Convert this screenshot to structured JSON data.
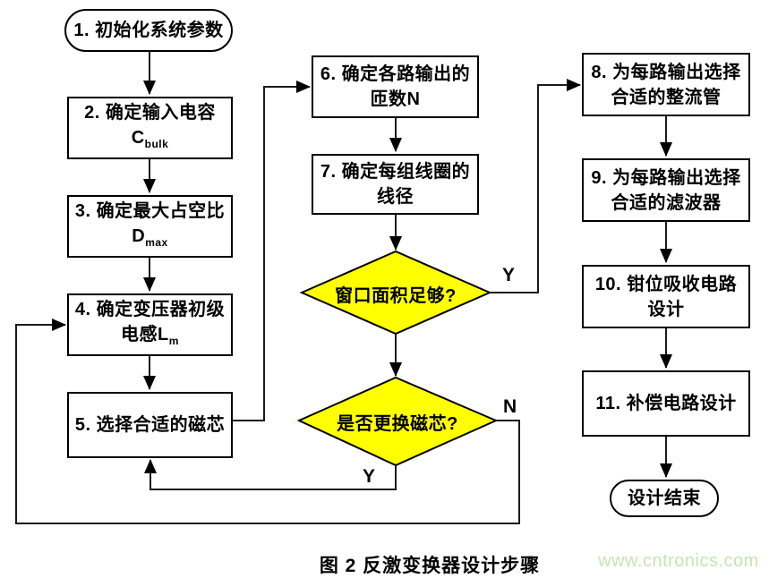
{
  "figure": {
    "caption": "图 2 反激变换器设计步骤",
    "watermark": "www.cntronics.com"
  },
  "colors": {
    "diamond_fill": "#ffff00",
    "line": "#1a1a1a",
    "border": "#000000",
    "watermark": "#c6e5b0"
  },
  "nodes": {
    "n1": {
      "label": "1. 初始化系统参数"
    },
    "n2": {
      "line1": "2. 确定输入电容",
      "sym": "C",
      "sub": "bulk"
    },
    "n3": {
      "line1": "3. 确定最大占空比",
      "sym": "D",
      "sub": "max"
    },
    "n4": {
      "line1": "4. 确定变压器初级",
      "line2": "电感L",
      "sub": "m"
    },
    "n5": {
      "label": "5. 选择合适的磁芯"
    },
    "n6": {
      "line1": "6. 确定各路输出的",
      "line2": "匝数N"
    },
    "n7": {
      "line1": "7. 确定每组线圈的",
      "line2": "线径"
    },
    "d1": {
      "label": "窗口面积足够?"
    },
    "d2": {
      "label": "是否更换磁芯?"
    },
    "n8": {
      "line1": "8. 为每路输出选择",
      "line2": "合适的整流管"
    },
    "n9": {
      "line1": "9. 为每路输出选择",
      "line2": "合适的滤波器"
    },
    "n10": {
      "line1": "10. 钳位吸收电路",
      "line2": "设计"
    },
    "n11": {
      "label": "11. 补偿电路设计"
    },
    "end": {
      "label": "设计结束"
    }
  },
  "edge_labels": {
    "d1_yes": "Y",
    "d2_yes": "Y",
    "d2_no": "N"
  }
}
